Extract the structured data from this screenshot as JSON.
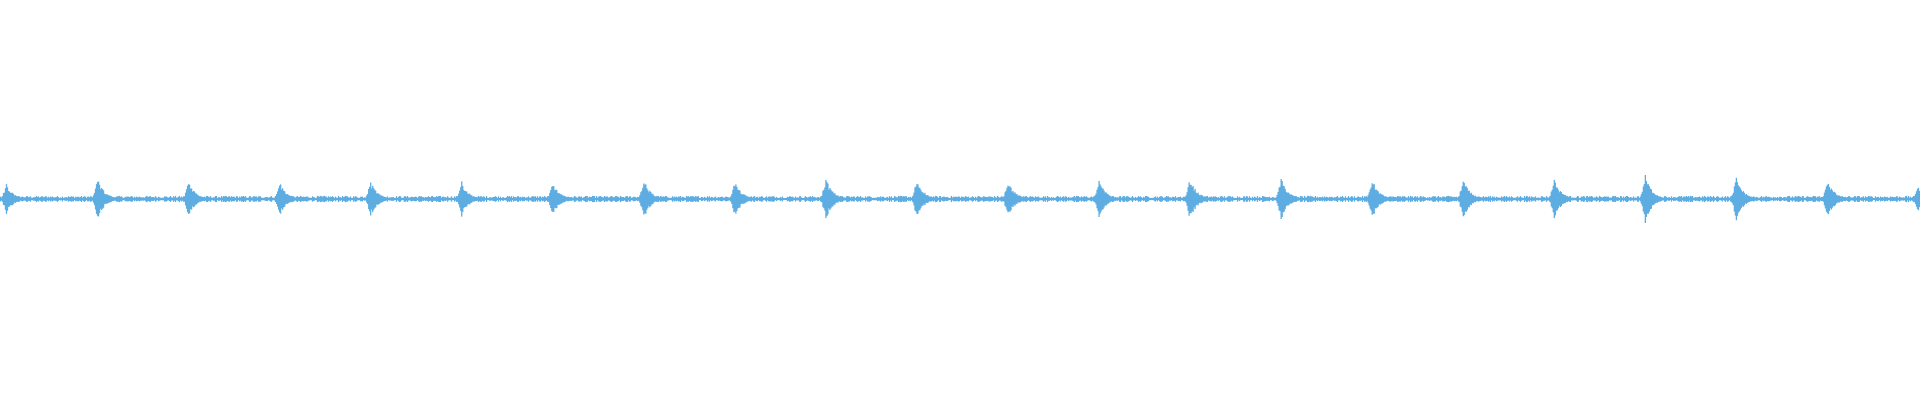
{
  "chart_data": {
    "type": "area",
    "kind": "audio-waveform",
    "title": "",
    "xlabel": "",
    "ylabel": "",
    "axes_visible": false,
    "grid": false,
    "ylim": [
      -1,
      1
    ],
    "color": "#5dade2",
    "background": "#ffffff",
    "noise_floor_amplitude": 0.012,
    "bursts": [
      {
        "peak": 0.07
      },
      {
        "peak": 0.095
      },
      {
        "peak": 0.085
      },
      {
        "peak": 0.08
      },
      {
        "peak": 0.08
      },
      {
        "peak": 0.08
      },
      {
        "peak": 0.075
      },
      {
        "peak": 0.09
      },
      {
        "peak": 0.08
      },
      {
        "peak": 0.095
      },
      {
        "peak": 0.09
      },
      {
        "peak": 0.085
      },
      {
        "peak": 0.085
      },
      {
        "peak": 0.095
      },
      {
        "peak": 0.095
      },
      {
        "peak": 0.09
      },
      {
        "peak": 0.09
      },
      {
        "peak": 0.09
      },
      {
        "peak": 0.11
      },
      {
        "peak": 0.1
      },
      {
        "peak": 0.09
      },
      {
        "peak": 0.06
      }
    ]
  }
}
